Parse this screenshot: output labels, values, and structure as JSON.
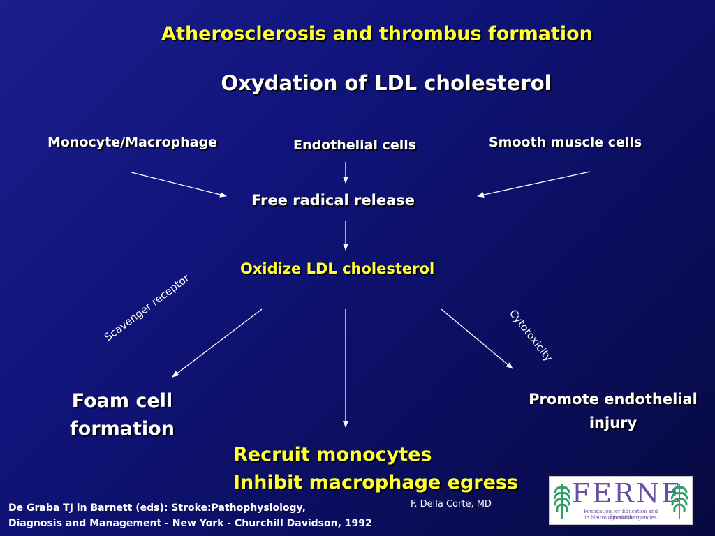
{
  "title": "Atherosclerosis and thrombus formation",
  "subtitle": "Oxydation of LDL cholesterol",
  "sources": {
    "monocyte": "Monocyte/Macrophage",
    "endothelial": "Endothelial cells",
    "smooth_muscle": "Smooth muscle cells"
  },
  "free_radical": "Free radical release",
  "oxidize": "Oxidize LDL cholesterol",
  "edge_labels": {
    "scavenger": "Scavenger receptor",
    "cytotoxicity": "Cytotoxicity"
  },
  "outcomes": {
    "foam_line1": "Foam cell",
    "foam_line2": "formation",
    "promote_line1": "Promote endothelial",
    "promote_line2": "injury",
    "recruit_line1": "Recruit monocytes",
    "recruit_line2": "Inhibit macrophage egress"
  },
  "citation": {
    "line1": "De Graba TJ in Barnett (eds): Stroke:Pathophysiology,",
    "line2": "Diagnosis and Management - New York - Churchill Davidson, 1992"
  },
  "author": "F. Della Corte, MD",
  "logo": {
    "word": "FERNE",
    "tagline1": "Foundation for Education and Research",
    "tagline2": "in Neurological Emergencies",
    "icon": "fern-leaf-icon",
    "color": "#6b4fa0",
    "leaf_color": "#2e9e6a"
  },
  "colors": {
    "accent_yellow": "#ffff33",
    "text_white": "#ffffff",
    "background": "#10147a"
  }
}
